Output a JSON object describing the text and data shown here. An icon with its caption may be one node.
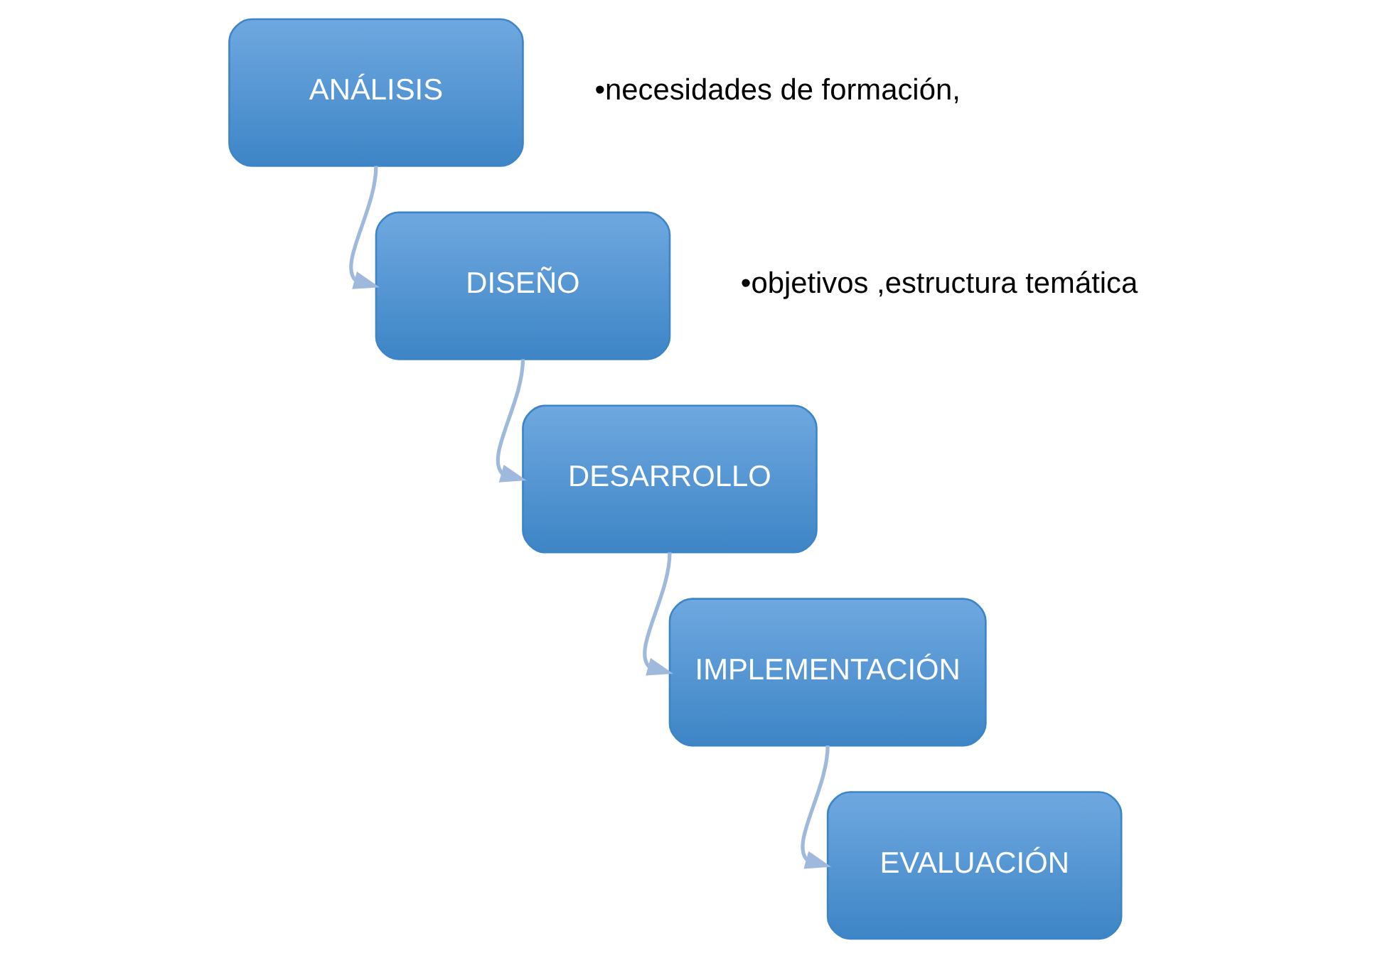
{
  "diagram": {
    "nodes": [
      {
        "text": [
          "ANÁLISIS"
        ],
        "beside": [
          "•necesidades de formación,"
        ]
      },
      {
        "text": [
          "DISEÑO"
        ],
        "beside": [
          "•objetivos ,estructura temática"
        ]
      },
      {
        "text": [
          "DESARROLLO"
        ]
      },
      {
        "text": [
          "IMPLEMENTACIÓN"
        ]
      },
      {
        "text": [
          "EVALUACIÓN"
        ]
      }
    ],
    "edges": [
      {
        "from": 0,
        "to": 1,
        "arrow": "to"
      },
      {
        "from": 1,
        "to": 2,
        "arrow": "to"
      },
      {
        "from": 2,
        "to": 3,
        "arrow": "to"
      },
      {
        "from": 3,
        "to": 4,
        "arrow": "to"
      }
    ]
  }
}
